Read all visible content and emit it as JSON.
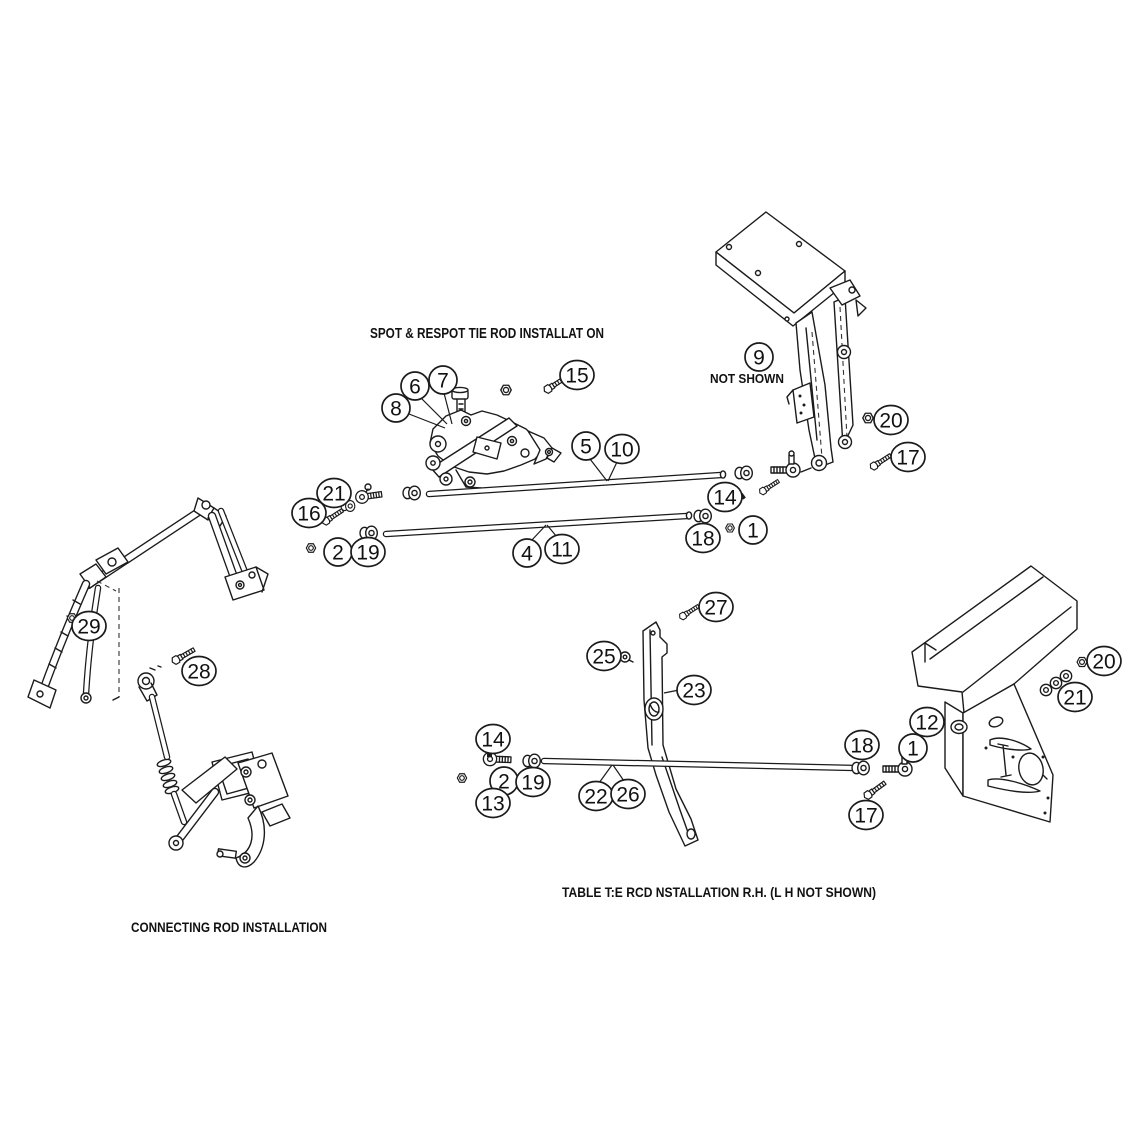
{
  "diagram": {
    "background_color": "#ffffff",
    "line_color": "#1b1b1b",
    "captions": {
      "spot_respot": "SPOT & RESPOT TIE ROD INSTALLAT ON",
      "not_shown": "NOT SHOWN",
      "table_tie_rod": "TABLE T:E RCD  NSTALLATION R.H. (L H  NOT SHOWN)",
      "connecting_rod": "CONNECTING ROD INSTALLATION"
    },
    "callouts": [
      {
        "label": "6"
      },
      {
        "label": "7"
      },
      {
        "label": "8"
      },
      {
        "label": "15"
      },
      {
        "label": "9"
      },
      {
        "label": "20"
      },
      {
        "label": "17"
      },
      {
        "label": "5"
      },
      {
        "label": "10"
      },
      {
        "label": "21"
      },
      {
        "label": "16"
      },
      {
        "label": "14"
      },
      {
        "label": "18"
      },
      {
        "label": "1"
      },
      {
        "label": "2"
      },
      {
        "label": "19"
      },
      {
        "label": "4"
      },
      {
        "label": "11"
      },
      {
        "label": "29"
      },
      {
        "label": "28"
      },
      {
        "label": "27"
      },
      {
        "label": "25"
      },
      {
        "label": "23"
      },
      {
        "label": "14"
      },
      {
        "label": "2"
      },
      {
        "label": "13"
      },
      {
        "label": "19"
      },
      {
        "label": "22"
      },
      {
        "label": "26"
      },
      {
        "label": "20"
      },
      {
        "label": "21"
      },
      {
        "label": "12"
      },
      {
        "label": "1"
      },
      {
        "label": "18"
      },
      {
        "label": "17"
      }
    ]
  }
}
